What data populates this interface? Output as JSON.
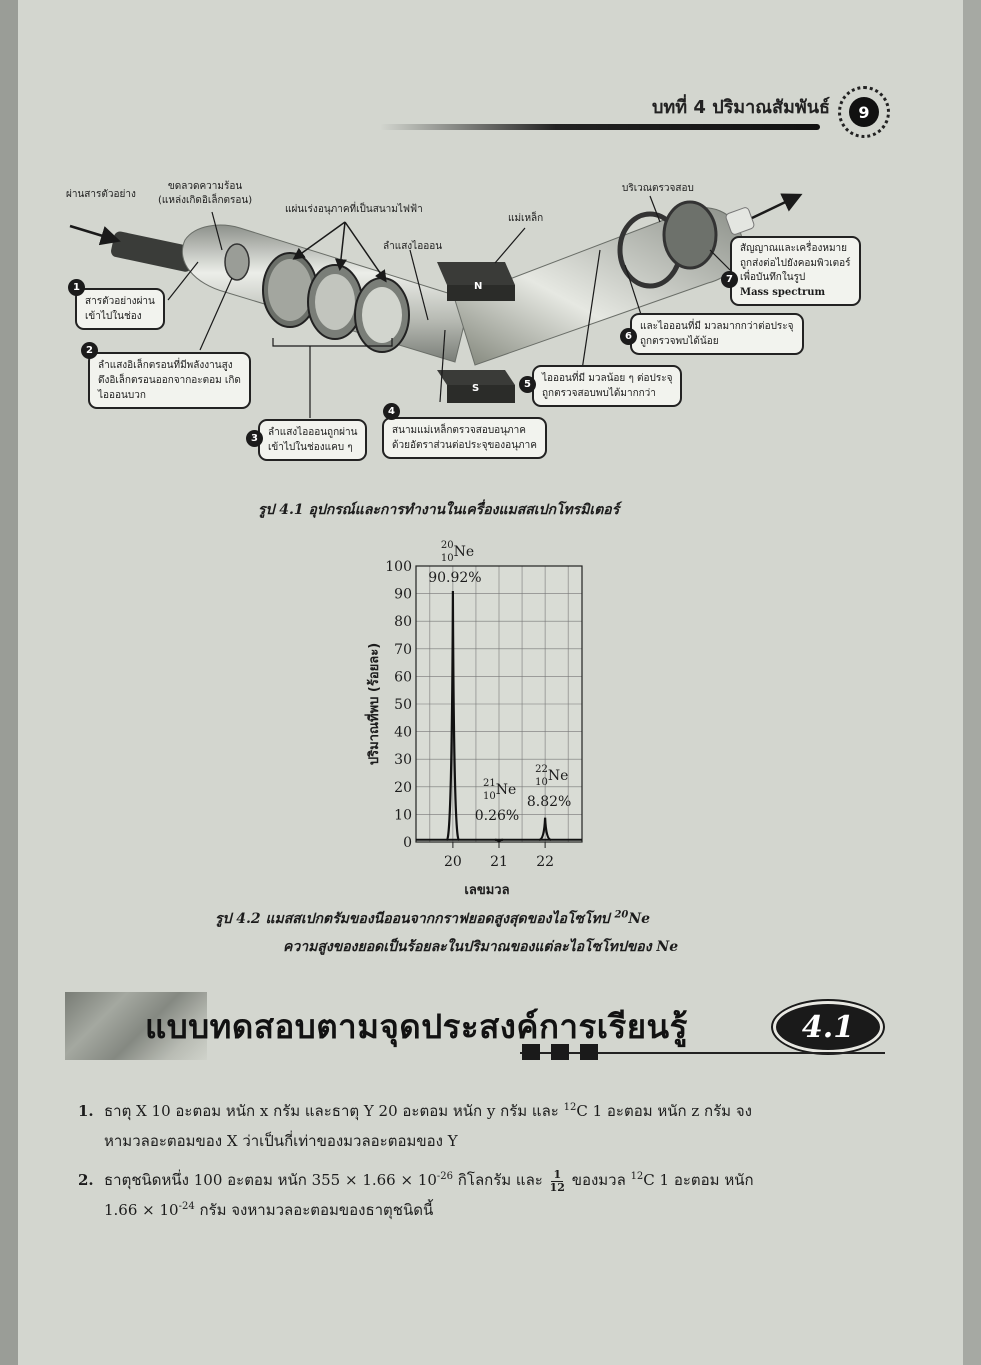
{
  "header": {
    "chapter_title": "บทที่ 4 ปริมาณสัมพันธ์",
    "page_number": "9"
  },
  "figure1": {
    "labels": {
      "sample_inlet": "ผ่านสารตัวอย่าง",
      "heating_coil_1": "ขดลวดความร้อน",
      "heating_coil_2": "(แหล่งเกิดอิเล็กตรอน)",
      "accel_plates": "แผ่นเร่งอนุภาคที่เป็นสนามไฟฟ้า",
      "ion_beam": "ลำแสงไอออน",
      "magnet": "แม่เหล็ก",
      "detector": "บริเวณตรวจสอบ",
      "magnet_n": "N",
      "magnet_s": "S"
    },
    "callouts": [
      {
        "num": "1",
        "line1": "สารตัวอย่างผ่าน",
        "line2": "เข้าไปในช่อง",
        "line3": ""
      },
      {
        "num": "2",
        "line1": "ลำแสงอิเล็กตรอนที่มีพลังงานสูง",
        "line2": "ดึงอิเล็กตรอนออกจากอะตอม เกิด",
        "line3": "ไอออนบวก"
      },
      {
        "num": "3",
        "line1": "ลำแสงไอออนถูกผ่าน",
        "line2": "เข้าไปในช่องแคบ ๆ",
        "line3": ""
      },
      {
        "num": "4",
        "line1": "สนามแม่เหล็กตรวจสอบอนุภาค",
        "line2": "ด้วยอัตราส่วนต่อประจุของอนุภาค",
        "line3": ""
      },
      {
        "num": "5",
        "line1": "ไอออนที่มี มวลน้อย ๆ ต่อประจุ",
        "line2": "ถูกตรวจสอบพบได้มากกว่า",
        "line3": ""
      },
      {
        "num": "6",
        "line1": "และไอออนที่มี มวลมากกว่าต่อประจุ",
        "line2": "ถูกตรวจพบได้น้อย",
        "line3": ""
      },
      {
        "num": "7",
        "line1": "สัญญาณและเครื่องหมาย",
        "line2": "ถูกส่งต่อไปยังคอมพิวเตอร์",
        "line3": "เพื่อบันทึกในรูป",
        "line4": "Mass spectrum"
      }
    ],
    "caption": "รูป 4.1 อุปกรณ์และการทำงานในเครื่องแมสสเปกโทรมิเตอร์"
  },
  "figure2": {
    "caption_line1": "รูป 4.2 แมสสเปกตรัมของนีออนจากกราฟยอดสูงสุดของไอโซโทป",
    "caption_sup": "20",
    "caption_elem": "Ne",
    "caption_line2": "ความสูงของยอดเป็นร้อยละในปริมาณของแต่ละไอโซโทปของ Ne"
  },
  "chart_data": {
    "type": "bar",
    "title": "",
    "xlabel": "เลขมวล",
    "ylabel": "ปริมาณที่พบ (ร้อยละ)",
    "ylim": [
      0,
      100
    ],
    "yticks": [
      "0",
      "10",
      "20",
      "30",
      "40",
      "50",
      "60",
      "70",
      "80",
      "90",
      "100"
    ],
    "categories": [
      "20",
      "21",
      "22"
    ],
    "values": [
      90.92,
      0.26,
      8.82
    ],
    "peak_labels": [
      {
        "mass": "20",
        "z": "10",
        "symbol": "Ne",
        "percent": "90.92%"
      },
      {
        "mass": "21",
        "z": "10",
        "symbol": "Ne",
        "percent": "0.26%"
      },
      {
        "mass": "22",
        "z": "10",
        "symbol": "Ne",
        "percent": "8.82%"
      }
    ],
    "grid": true
  },
  "section": {
    "title": "แบบทดสอบตามจุดประสงค์การเรียนรู้",
    "badge": "4.1"
  },
  "questions": [
    {
      "num": "1.",
      "line1_a": "ธาตุ X 10 อะตอม หนัก x กรัม และธาตุ Y 20 อะตอม หนัก y กรัม และ ",
      "line1_sup": "12",
      "line1_b": "C 1 อะตอม หนัก z กรัม จง",
      "line2": "หามวลอะตอมของ X ว่าเป็นกี่เท่าของมวลอะตอมของ Y"
    },
    {
      "num": "2.",
      "line1_a": "ธาตุชนิดหนึ่ง 100 อะตอม หนัก 355 × 1.66 × 10",
      "line1_sup1": "-26",
      "line1_b": " กิโลกรัม และ ",
      "frac_num": "1",
      "frac_den": "12",
      "line1_c": " ของมวล ",
      "line1_sup2": "12",
      "line1_d": "C 1 อะตอม หนัก",
      "line2_a": "1.66 × 10",
      "line2_sup": "-24",
      "line2_b": " กรัม จงหามวลอะตอมของธาตุชนิดนี้"
    }
  ]
}
